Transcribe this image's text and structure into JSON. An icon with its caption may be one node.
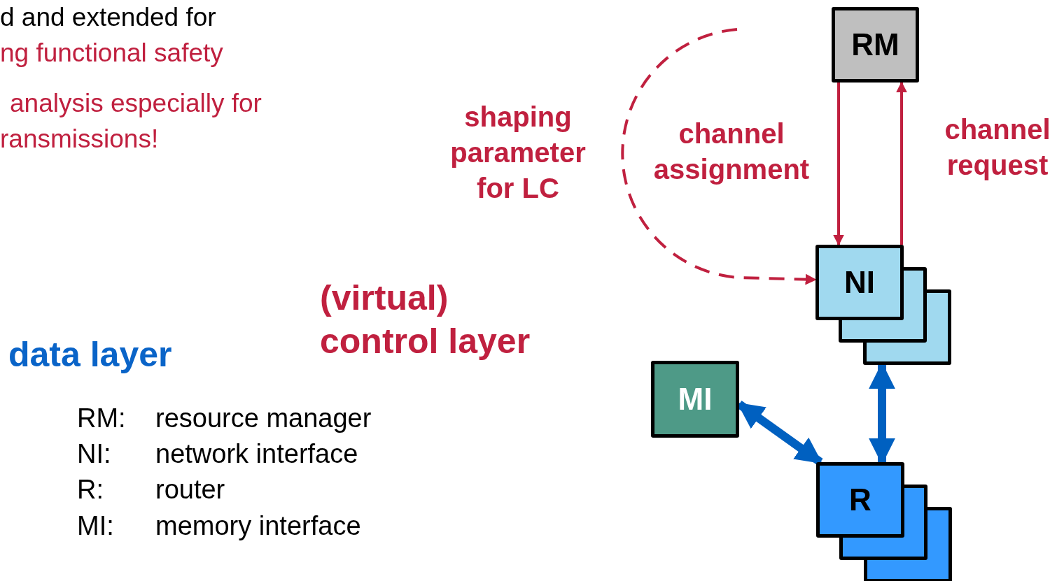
{
  "diagram": {
    "nodes": [
      {
        "text": [
          "RM"
        ]
      },
      {
        "text": [
          "NI"
        ]
      },
      {
        "text": [
          "MI"
        ]
      },
      {
        "text": [
          "R"
        ]
      }
    ],
    "edges": [
      {
        "from": 0,
        "to": 1,
        "arrow": "to",
        "label": "channel assignment"
      },
      {
        "from": 1,
        "to": 0,
        "arrow": "to",
        "label": "channel request"
      },
      {
        "from": null,
        "to": 1,
        "arrow": "to",
        "label": "shaping parameter for LC",
        "style": "dashed"
      },
      {
        "from": 2,
        "to": 3,
        "arrow": "both",
        "style": "thick",
        "color": "#0060c0"
      },
      {
        "from": 1,
        "to": 3,
        "arrow": "both",
        "style": "thick",
        "color": "#0060c0"
      }
    ],
    "labels": [
      "d and extended for",
      "ng functional safety",
      "analysis especially for",
      "ransmissions!",
      "(virtual) control layer",
      "data layer",
      "RM:",
      "resource manager",
      "NI:",
      "network interface",
      "R:",
      "router",
      "MI:",
      "memory interface"
    ]
  }
}
